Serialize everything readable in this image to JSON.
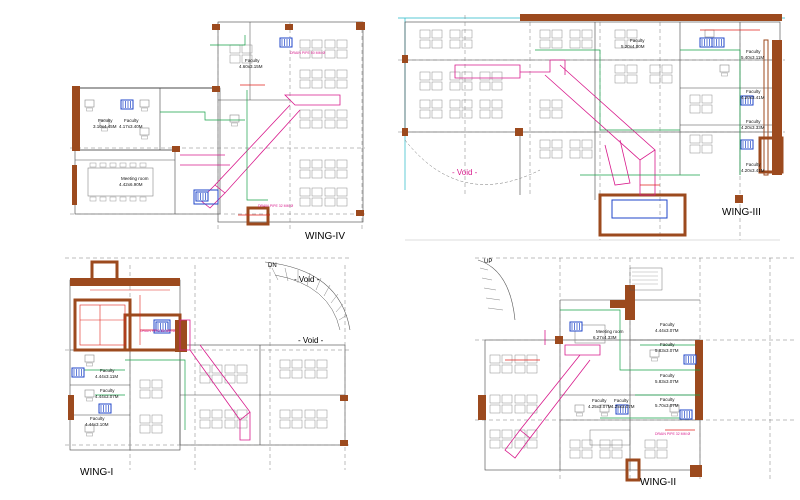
{
  "palette": {
    "wall": "#9c4a1e",
    "dashed": "#5a5a5a",
    "duct": "#d81b8c",
    "pipe_green": "#19a34a",
    "pipe_red": "#e0231b",
    "unit_blue": "#1f46c8",
    "furniture": "#7a7a7a",
    "cyan": "#22b7c6"
  },
  "wings": {
    "wing4": {
      "label": "WING-IV",
      "rooms": [
        {
          "name": "Faculty",
          "dim": "4.60x3.15M"
        },
        {
          "name": "Faculty",
          "dim": "3.10x4.45M"
        },
        {
          "name": "Faculty",
          "dim": "4.17x3.40M"
        },
        {
          "name": "Meeting room",
          "dim": "4.42x6.90M"
        }
      ],
      "notes": [
        "DRAIN PIPE 50 MM Ø",
        "DRAIN PIPE 32 MM Ø"
      ]
    },
    "wing3": {
      "label": "WING-III",
      "void": "- Void -",
      "rooms": [
        {
          "name": "Faculty",
          "dim": "5.20x4.00M"
        },
        {
          "name": "Faculty",
          "dim": "5.40x3.11M"
        },
        {
          "name": "Faculty",
          "dim": "4.20x3.41M"
        },
        {
          "name": "Faculty",
          "dim": "4.20x3.33M"
        },
        {
          "name": "Faculty",
          "dim": "4.20x3.41M"
        }
      ]
    },
    "wing1": {
      "label": "WING-I",
      "void": "- Void -",
      "dn": "DN",
      "rooms": [
        {
          "name": "Faculty",
          "dim": "4.44x3.11M"
        },
        {
          "name": "Faculty",
          "dim": "4.44x3.07M"
        },
        {
          "name": "Faculty",
          "dim": "4.44x3.10M"
        }
      ],
      "notes": [
        "DRAIN PIPE 50 MM Ø"
      ]
    },
    "wing2": {
      "label": "WING-II",
      "up": "UP",
      "rooms": [
        {
          "name": "Meeting room",
          "dim": "6.27x4.33M"
        },
        {
          "name": "Faculty",
          "dim": "4.44x3.07M"
        },
        {
          "name": "Faculty",
          "dim": "5.83x3.07M"
        },
        {
          "name": "Faculty",
          "dim": "5.83x3.07M"
        },
        {
          "name": "Faculty",
          "dim": "5.70x3.07M"
        },
        {
          "name": "Faculty",
          "dim": "4.25x3.07M"
        },
        {
          "name": "Faculty",
          "dim": "4.25x3.07M"
        }
      ],
      "notes": [
        "DRAIN PIPE 32 MM Ø"
      ]
    }
  }
}
